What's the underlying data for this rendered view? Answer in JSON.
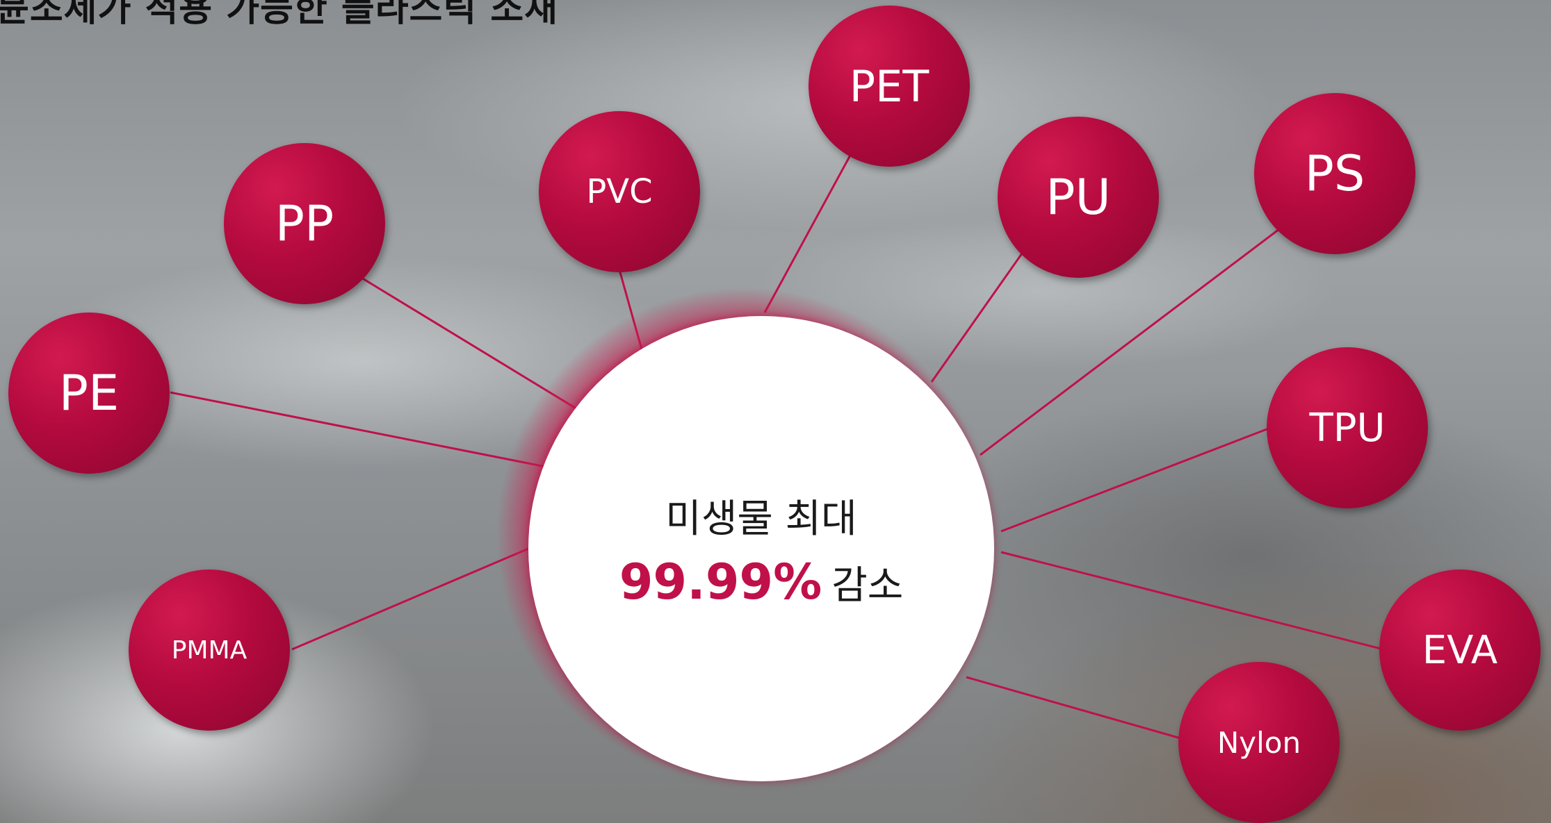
{
  "header": {
    "title": "뮨조제가 적용 가능한 플라스틱 소재"
  },
  "center": {
    "line1": "미생물 최대",
    "percent": "99.99%",
    "suffix": "감소"
  },
  "materials": [
    {
      "id": "pe",
      "label": "PE"
    },
    {
      "id": "pp",
      "label": "PP"
    },
    {
      "id": "pvc",
      "label": "PVC"
    },
    {
      "id": "pet",
      "label": "PET"
    },
    {
      "id": "pu",
      "label": "PU"
    },
    {
      "id": "ps",
      "label": "PS"
    },
    {
      "id": "tpu",
      "label": "TPU"
    },
    {
      "id": "eva",
      "label": "EVA"
    },
    {
      "id": "nylon",
      "label": "Nylon"
    },
    {
      "id": "pmma",
      "label": "PMMA"
    }
  ],
  "colors": {
    "accent": "#c0104a",
    "node": "#b30a3e",
    "center_bg": "#ffffff"
  }
}
